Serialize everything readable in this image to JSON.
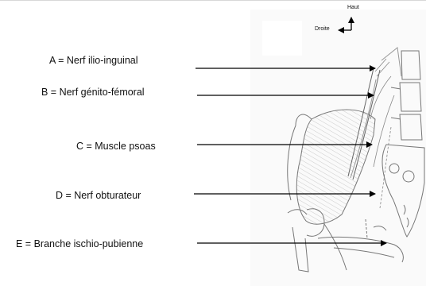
{
  "compass": {
    "up_label": "Haut",
    "right_label": "Droite"
  },
  "labels": [
    {
      "id": "A",
      "text": "A = Nerf ilio-inguinal"
    },
    {
      "id": "B",
      "text": "B = Nerf génito-fémoral"
    },
    {
      "id": "C",
      "text": "C = Muscle psoas"
    },
    {
      "id": "D",
      "text": "D = Nerf obturateur"
    },
    {
      "id": "E",
      "text": "E = Branche ischio-pubienne"
    }
  ]
}
